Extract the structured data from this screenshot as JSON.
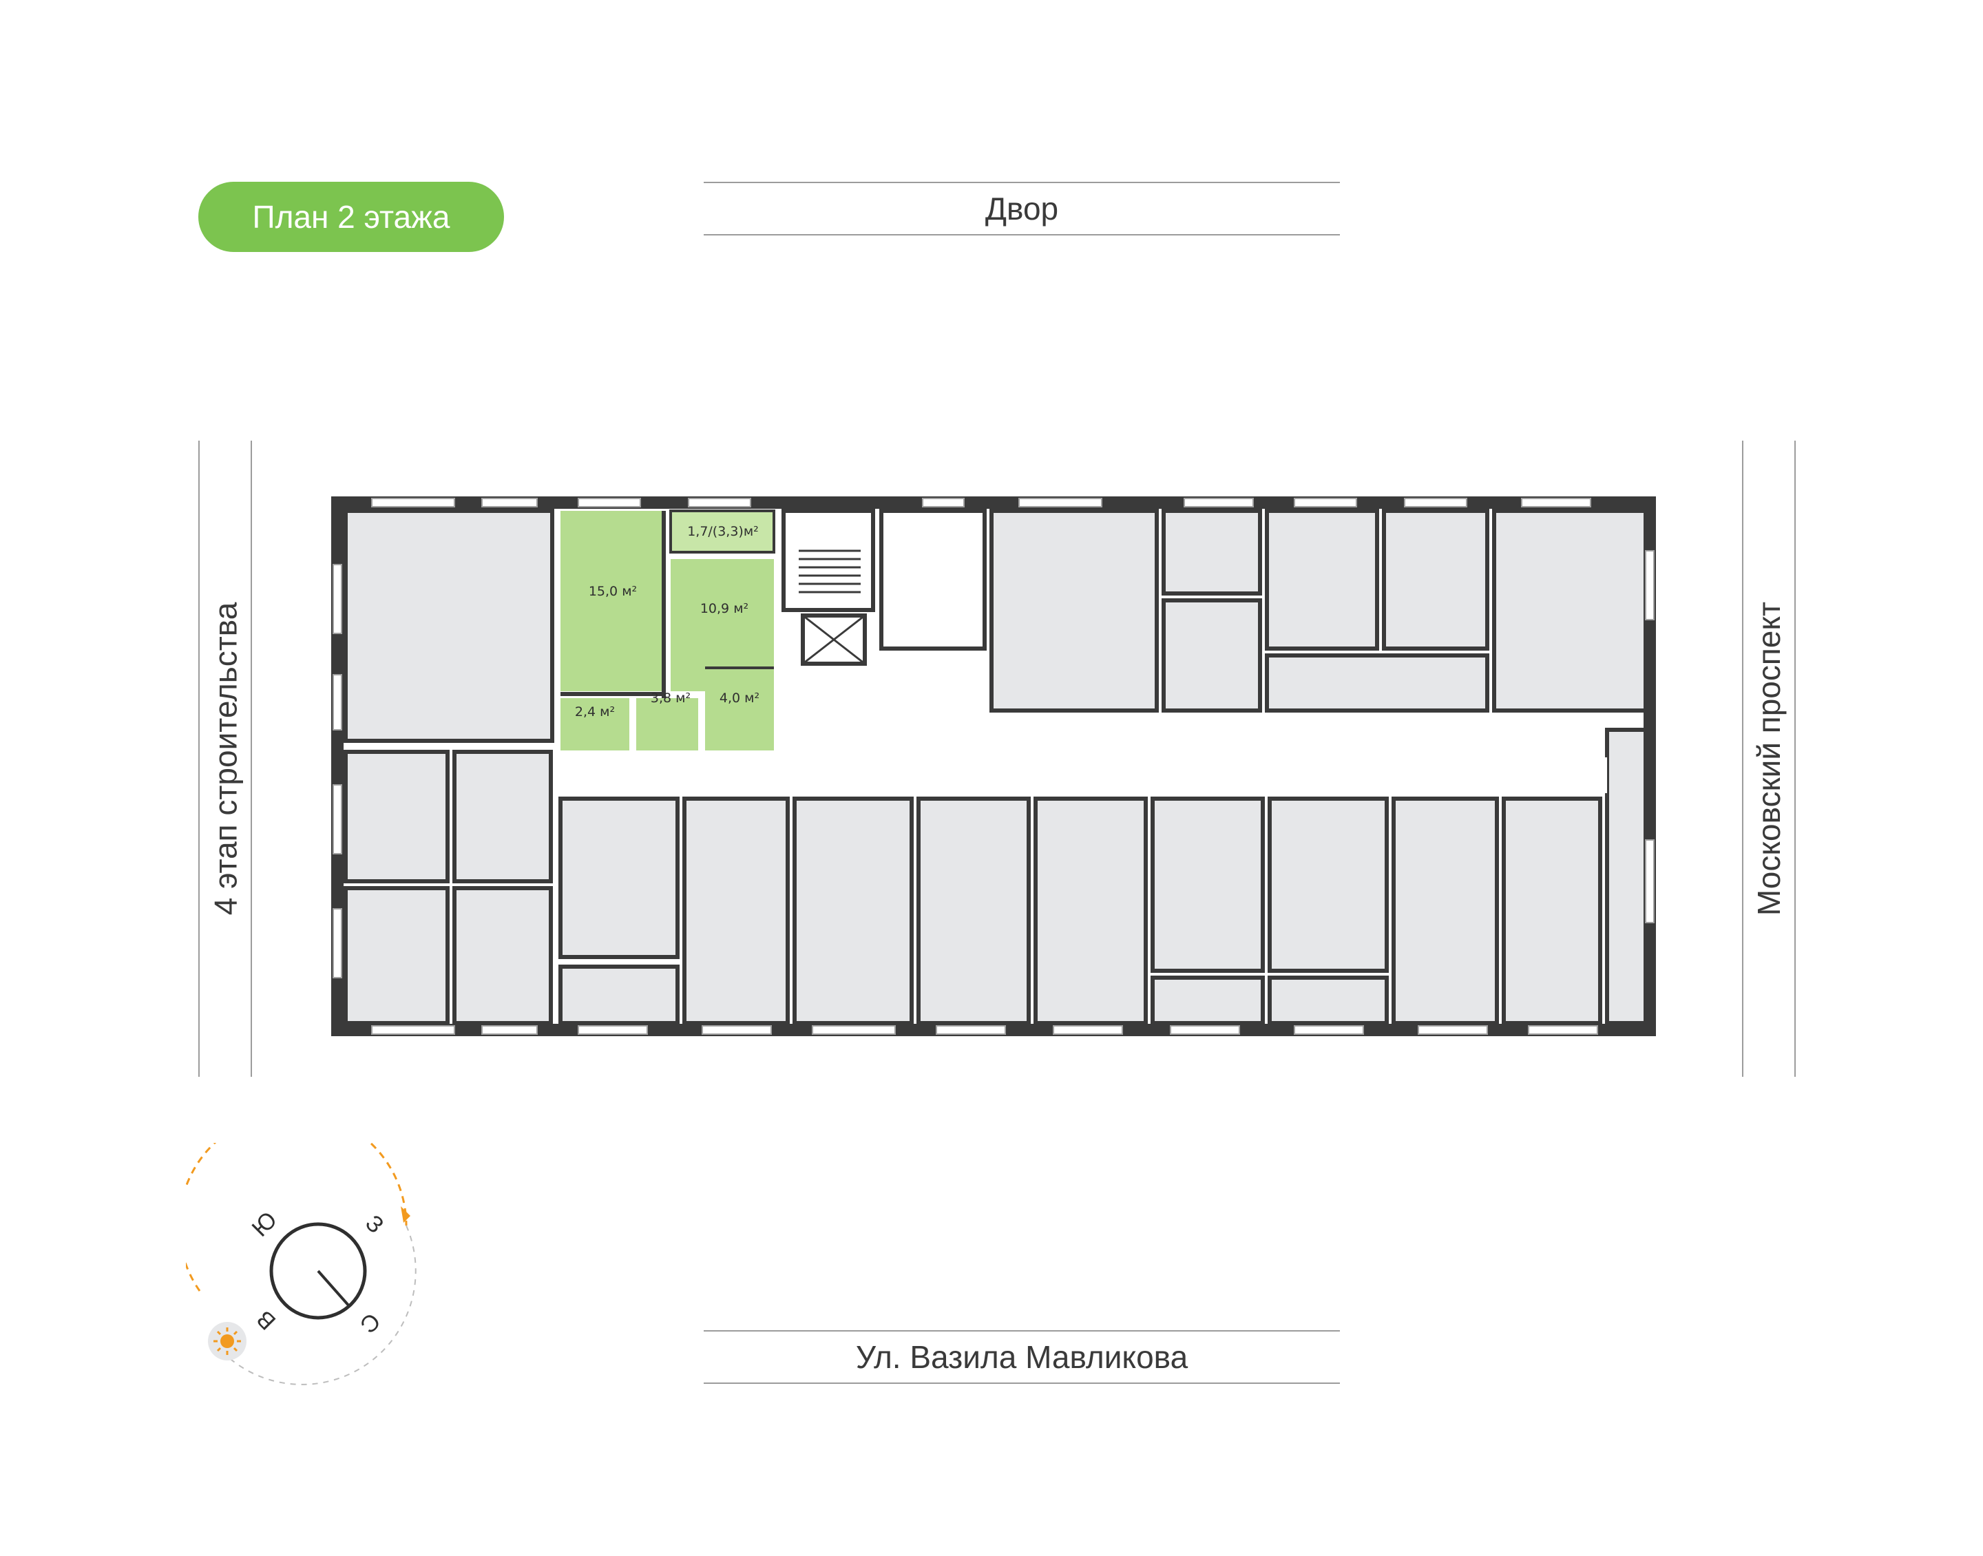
{
  "floor_badge": {
    "label": "План 2 этажа"
  },
  "streets": {
    "top": "Двор",
    "bottom": "Ул. Вазила Мавликова",
    "left": "4 этап строительства",
    "right": "Московский проспект"
  },
  "highlighted_unit": {
    "rooms": [
      {
        "id": "living",
        "area": "15,0 м²"
      },
      {
        "id": "kitchen",
        "area": "10,9 м²"
      },
      {
        "id": "balcony",
        "area": "1,7/(3,3)м²"
      },
      {
        "id": "hall",
        "area": "3,8 м²"
      },
      {
        "id": "storage",
        "area": "2,4 м²"
      },
      {
        "id": "bathroom",
        "area": "4,0 м²"
      }
    ]
  },
  "compass": {
    "letters": {
      "south": "Ю",
      "west": "З",
      "east": "В",
      "north": "С"
    },
    "sun_icon": "sun-icon"
  },
  "colors": {
    "accent_green": "#7cc44f",
    "highlight_fill": "#b5dc8f",
    "balcony_fill": "#c8e6a8",
    "apartment_fill": "#e6e7e9",
    "wall": "#3a3a3a",
    "sun_orange": "#f29a1f"
  }
}
